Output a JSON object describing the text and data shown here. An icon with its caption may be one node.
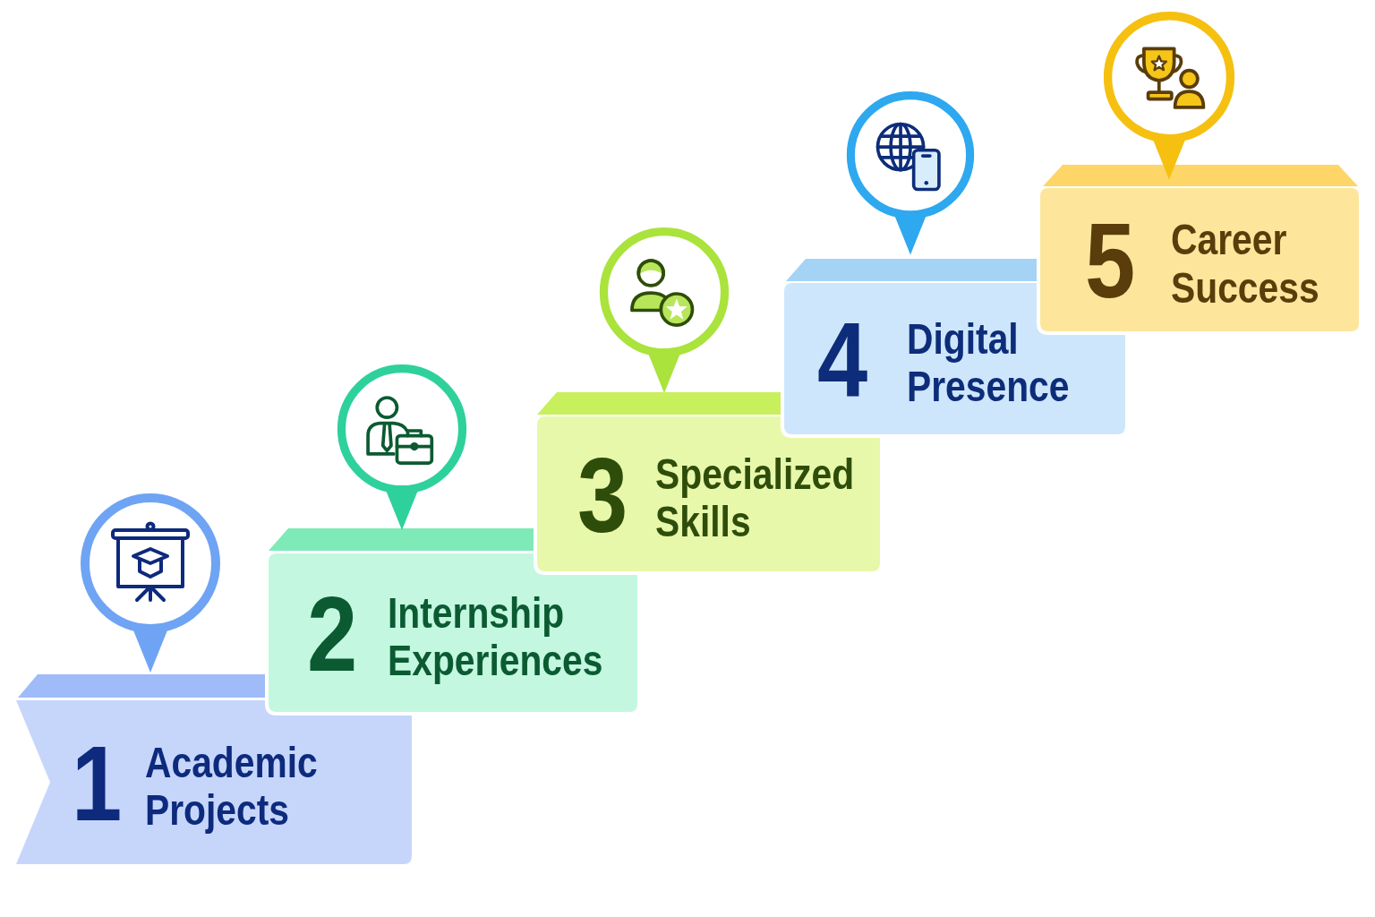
{
  "diagram": {
    "nodes": [
      {
        "text": [
          "1",
          "Academic Projects"
        ]
      },
      {
        "text": [
          "2",
          "Internship Experiences"
        ]
      },
      {
        "text": [
          "3",
          "Specialized Skills"
        ]
      },
      {
        "text": [
          "4",
          "Digital Presence"
        ]
      },
      {
        "text": [
          "5",
          "Career Success"
        ]
      }
    ]
  }
}
